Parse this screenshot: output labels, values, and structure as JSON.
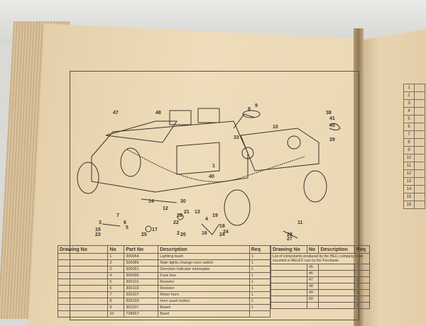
{
  "left_table": {
    "headers": [
      "Drawing No",
      "No",
      "Part No",
      "Description",
      "Req"
    ],
    "rows": [
      [
        "",
        "1",
        "300064",
        "Lighting bush",
        "1"
      ],
      [
        "",
        "2",
        "300089",
        "Main lights change-over switch",
        "1"
      ],
      [
        "",
        "3",
        "300091",
        "Direction indicator interrupter",
        "1"
      ],
      [
        "",
        "4",
        "300095",
        "Fuse box",
        "1"
      ],
      [
        "",
        "5",
        "300101",
        "Resistor",
        "1"
      ],
      [
        "",
        "6",
        "300102",
        "Resistor",
        "1"
      ],
      [
        "",
        "7",
        "300107",
        "Motor horn",
        "1"
      ],
      [
        "",
        "8",
        "300109",
        "Horn push button",
        "1"
      ],
      [
        "",
        "9",
        "301197",
        "Board",
        "1"
      ],
      [
        "",
        "10",
        "728667",
        "Band",
        ""
      ]
    ]
  },
  "right_table": {
    "headers": [
      "Drawing No",
      "No",
      "Description",
      "Req"
    ],
    "note": "List of components produced by the HELL company to be mounted in MELEX cars by the Purchaser",
    "rows": [
      [
        "",
        "45",
        ""
      ],
      [
        "",
        "46",
        ""
      ],
      [
        "",
        "47",
        "",
        "1"
      ],
      [
        "",
        "48",
        "",
        "1"
      ],
      [
        "",
        "49",
        "",
        "1"
      ],
      [
        "",
        "50",
        "",
        "1"
      ],
      [
        "",
        "",
        "",
        "1"
      ]
    ]
  },
  "callouts": [
    "47",
    "48",
    "8",
    "9",
    "10",
    "33",
    "38",
    "41",
    "45",
    "29",
    "30",
    "1",
    "2",
    "7",
    "6",
    "5",
    "4",
    "3",
    "13",
    "15",
    "17",
    "22",
    "23",
    "24",
    "25",
    "26",
    "27",
    "28",
    "40",
    "11",
    "12",
    "14",
    "16",
    "18",
    "19",
    "20",
    "21",
    "24"
  ],
  "right_grid_rows": [
    "1",
    "2",
    "3",
    "4",
    "5",
    "6",
    "7",
    "8",
    "9",
    "10",
    "11",
    "12",
    "13",
    "14",
    "15",
    "16"
  ]
}
